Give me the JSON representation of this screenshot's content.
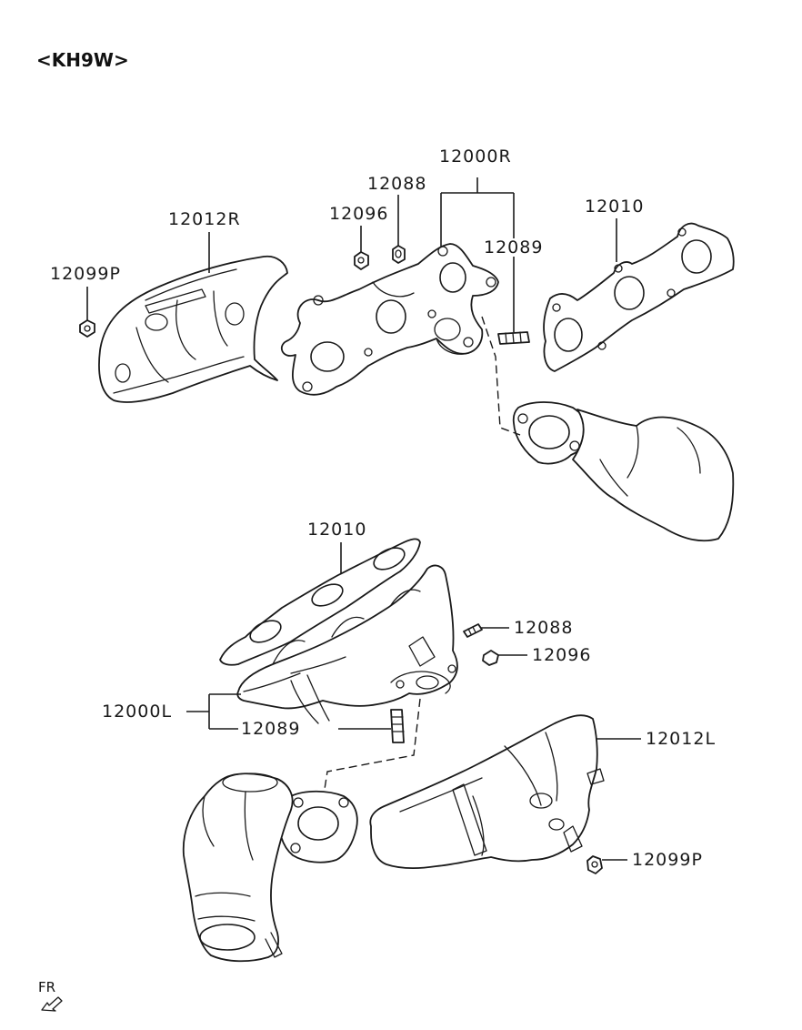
{
  "engine_code": "<KH9W>",
  "direction_label": "FR",
  "labels": {
    "heat_protector_upper_right": "12012R",
    "nut_upper_left": "12099P",
    "nut_upper_12096": "12096",
    "nut_upper_12088": "12088",
    "manifold_upper_right": "12000R",
    "stud_upper_12089": "12089",
    "gasket_upper_12010": "12010",
    "gasket_lower_12010": "12010",
    "stud_lower_12088": "12088",
    "nut_lower_12096": "12096",
    "manifold_lower_left": "12000L",
    "stud_lower_12089": "12089",
    "heat_protector_lower_left": "12012L",
    "nut_lower_right": "12099P"
  },
  "colors": {
    "line": "#1a1a1a",
    "background": "#ffffff"
  }
}
